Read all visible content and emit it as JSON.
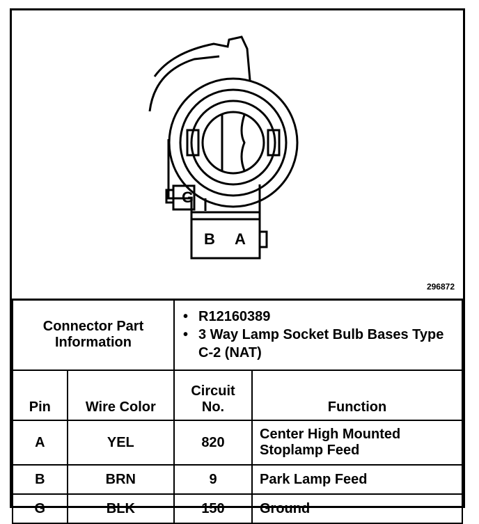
{
  "figure": {
    "id": "296872",
    "pin_labels": {
      "g": "G",
      "b": "B",
      "a": "A"
    }
  },
  "connector": {
    "label_line1": "Connector Part",
    "label_line2": "Information",
    "items": [
      "R12160389",
      "3 Way Lamp Socket Bulb Bases Type C-2 (NAT)"
    ]
  },
  "table": {
    "headers": {
      "pin": "Pin",
      "wire": "Wire Color",
      "circuit_line1": "Circuit",
      "circuit_line2": "No.",
      "function": "Function"
    },
    "rows": [
      {
        "pin": "A",
        "wire": "YEL",
        "circuit": "820",
        "function": "Center High Mounted Stoplamp Feed"
      },
      {
        "pin": "B",
        "wire": "BRN",
        "circuit": "9",
        "function": "Park Lamp Feed"
      },
      {
        "pin": "G",
        "wire": "BLK",
        "circuit": "150",
        "function": "Ground"
      }
    ]
  },
  "colors": {
    "line": "#000000",
    "background": "#ffffff"
  }
}
